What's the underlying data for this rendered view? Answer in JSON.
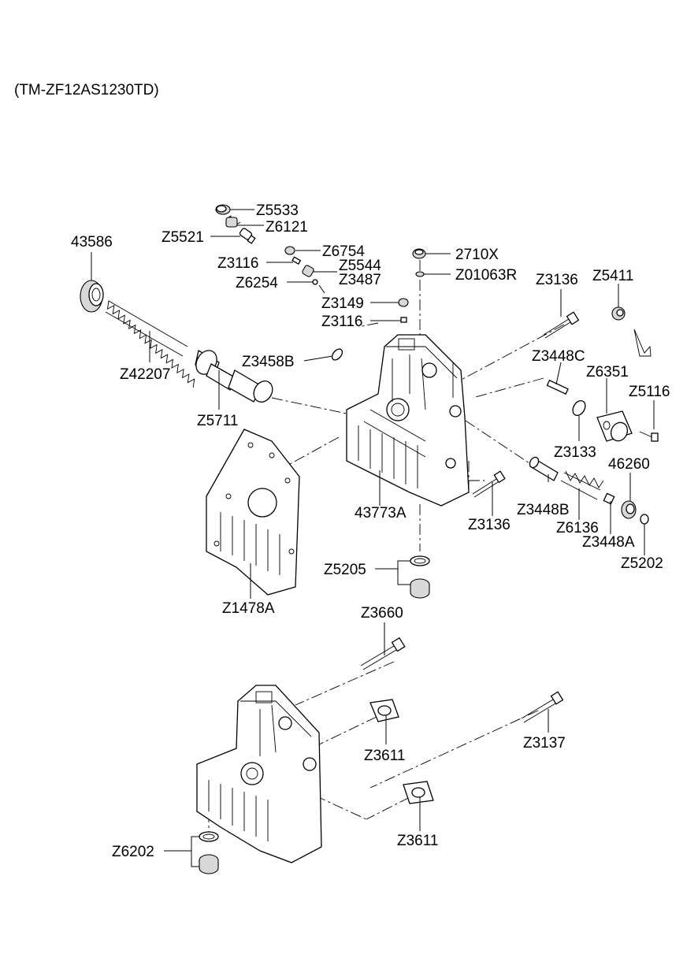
{
  "title": "(TM-ZF12AS1230TD)",
  "labels": {
    "z5533": "Z5533",
    "z6121": "Z6121",
    "z5521": "Z5521",
    "z6754": "Z6754",
    "z3116_a": "Z3116",
    "z5544": "Z5544",
    "z3487": "Z3487",
    "z6254": "Z6254",
    "p2710x": "2710X",
    "z01063r": "Z01063R",
    "z3149": "Z3149",
    "z3116_b": "Z3116",
    "p43586": "43586",
    "z42207": "Z42207",
    "z3458b": "Z3458B",
    "z5711": "Z5711",
    "z3136_a": "Z3136",
    "z5411": "Z5411",
    "z3448c": "Z3448C",
    "z6351": "Z6351",
    "z5116": "Z5116",
    "z3133": "Z3133",
    "p46260": "46260",
    "p43773a": "43773A",
    "z3136_b": "Z3136",
    "z3448b": "Z3448B",
    "z6136": "Z6136",
    "z3448a": "Z3448A",
    "z5202": "Z5202",
    "z5205": "Z5205",
    "z1478a": "Z1478A",
    "z3660": "Z3660",
    "z3611_a": "Z3611",
    "z3137": "Z3137",
    "z3611_b": "Z3611",
    "z6202": "Z6202"
  }
}
